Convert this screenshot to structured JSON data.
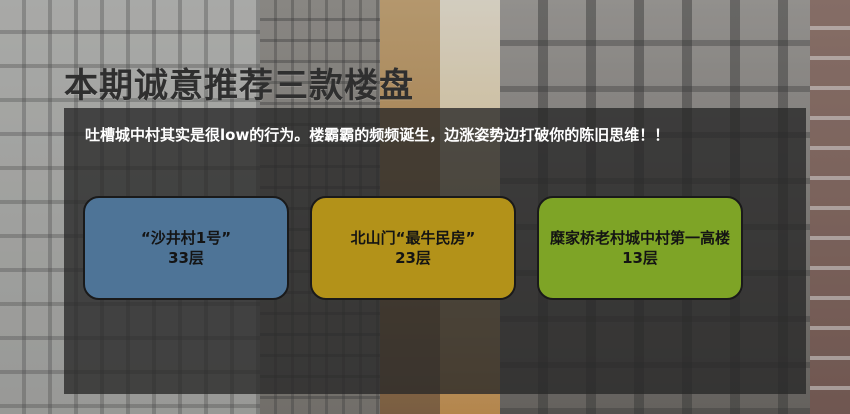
{
  "title": "本期诚意推荐三款楼盘",
  "subtitle": "吐槽城中村其实是很low的行为。楼霸霸的频频诞生，边涨姿势边打破你的陈旧思维！！",
  "cards": [
    {
      "name": "“沙井村1号”",
      "floors": "33层",
      "color": "#4e7497"
    },
    {
      "name": "北山门“最牛民房”",
      "floors": "23层",
      "color": "#b39219"
    },
    {
      "name": "糜家桥老村城中村第一高楼",
      "floors": "13层",
      "color": "#7ea426"
    }
  ]
}
